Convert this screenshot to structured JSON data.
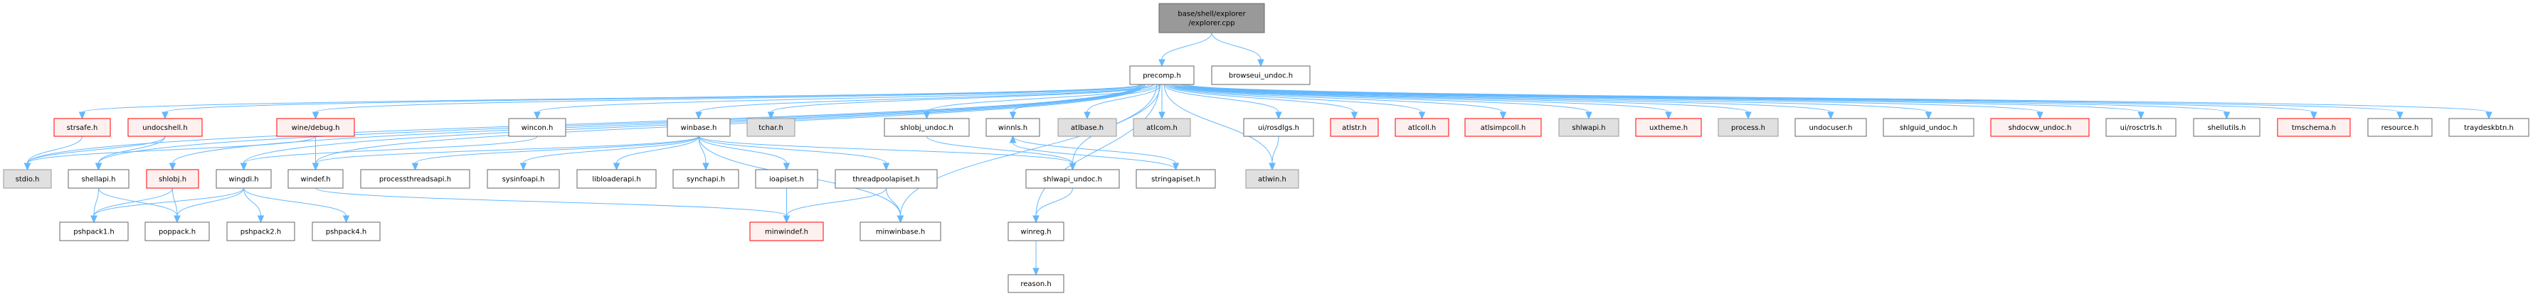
{
  "title": "base/shell/explorer/explorer.cpp include dependency graph",
  "colors": {
    "edge": "#63b8ff",
    "root_fill": "#999999",
    "root_stroke": "#666666",
    "normal_fill": "#ffffff",
    "normal_stroke": "#666666",
    "missing_fill": "#e0e0e0",
    "missing_stroke": "#999999",
    "truncated_fill": "#fff0f0",
    "truncated_stroke": "#ff0000"
  },
  "nodes": [
    {
      "id": "root",
      "label": "base/shell/explorer\n/explorer.cpp",
      "kind": "root"
    },
    {
      "id": "precomp",
      "label": "precomp.h",
      "kind": "normal"
    },
    {
      "id": "browseui_undoc",
      "label": "browseui_undoc.h",
      "kind": "normal"
    },
    {
      "id": "strsafe",
      "label": "strsafe.h",
      "kind": "truncated"
    },
    {
      "id": "undocshell",
      "label": "undocshell.h",
      "kind": "truncated"
    },
    {
      "id": "winedebug",
      "label": "wine/debug.h",
      "kind": "truncated"
    },
    {
      "id": "wincon",
      "label": "wincon.h",
      "kind": "normal"
    },
    {
      "id": "winbase",
      "label": "winbase.h",
      "kind": "normal"
    },
    {
      "id": "tchar",
      "label": "tchar.h",
      "kind": "missing"
    },
    {
      "id": "shlobj_undoc",
      "label": "shlobj_undoc.h",
      "kind": "normal"
    },
    {
      "id": "winnls",
      "label": "winnls.h",
      "kind": "normal"
    },
    {
      "id": "atlbase",
      "label": "atlbase.h",
      "kind": "missing"
    },
    {
      "id": "atlcom",
      "label": "atlcom.h",
      "kind": "missing"
    },
    {
      "id": "rosdlgs",
      "label": "ui/rosdlgs.h",
      "kind": "normal"
    },
    {
      "id": "atlstr",
      "label": "atlstr.h",
      "kind": "truncated"
    },
    {
      "id": "atlcoll",
      "label": "atlcoll.h",
      "kind": "truncated"
    },
    {
      "id": "atlsimpcoll",
      "label": "atlsimpcoll.h",
      "kind": "truncated"
    },
    {
      "id": "shlwapi",
      "label": "shlwapi.h",
      "kind": "missing"
    },
    {
      "id": "uxtheme",
      "label": "uxtheme.h",
      "kind": "truncated"
    },
    {
      "id": "process",
      "label": "process.h",
      "kind": "missing"
    },
    {
      "id": "undocuser",
      "label": "undocuser.h",
      "kind": "normal"
    },
    {
      "id": "shlguid_undoc",
      "label": "shlguid_undoc.h",
      "kind": "normal"
    },
    {
      "id": "shdocvw_undoc",
      "label": "shdocvw_undoc.h",
      "kind": "truncated"
    },
    {
      "id": "rosctrls",
      "label": "ui/rosctrls.h",
      "kind": "normal"
    },
    {
      "id": "shellutils",
      "label": "shellutils.h",
      "kind": "normal"
    },
    {
      "id": "tmschema",
      "label": "tmschema.h",
      "kind": "truncated"
    },
    {
      "id": "resource",
      "label": "resource.h",
      "kind": "normal"
    },
    {
      "id": "traydeskbtn",
      "label": "traydeskbtn.h",
      "kind": "normal"
    },
    {
      "id": "stdio",
      "label": "stdio.h",
      "kind": "missing"
    },
    {
      "id": "shellapi",
      "label": "shellapi.h",
      "kind": "normal"
    },
    {
      "id": "shlobj",
      "label": "shlobj.h",
      "kind": "truncated"
    },
    {
      "id": "wingdi",
      "label": "wingdi.h",
      "kind": "normal"
    },
    {
      "id": "windef",
      "label": "windef.h",
      "kind": "normal"
    },
    {
      "id": "processthreadsapi",
      "label": "processthreadsapi.h",
      "kind": "normal"
    },
    {
      "id": "sysinfoapi",
      "label": "sysinfoapi.h",
      "kind": "normal"
    },
    {
      "id": "libloaderapi",
      "label": "libloaderapi.h",
      "kind": "normal"
    },
    {
      "id": "synchapi",
      "label": "synchapi.h",
      "kind": "normal"
    },
    {
      "id": "ioapiset",
      "label": "ioapiset.h",
      "kind": "normal"
    },
    {
      "id": "threadpoolapiset",
      "label": "threadpoolapiset.h",
      "kind": "normal"
    },
    {
      "id": "shlwapi_undoc",
      "label": "shlwapi_undoc.h",
      "kind": "normal"
    },
    {
      "id": "stringapiset",
      "label": "stringapiset.h",
      "kind": "normal"
    },
    {
      "id": "atlwin",
      "label": "atlwin.h",
      "kind": "missing"
    },
    {
      "id": "pshpack1",
      "label": "pshpack1.h",
      "kind": "normal"
    },
    {
      "id": "poppack",
      "label": "poppack.h",
      "kind": "normal"
    },
    {
      "id": "pshpack2",
      "label": "pshpack2.h",
      "kind": "normal"
    },
    {
      "id": "pshpack4",
      "label": "pshpack4.h",
      "kind": "normal"
    },
    {
      "id": "minwindef",
      "label": "minwindef.h",
      "kind": "truncated"
    },
    {
      "id": "minwinbase",
      "label": "minwinbase.h",
      "kind": "normal"
    },
    {
      "id": "winreg",
      "label": "winreg.h",
      "kind": "normal"
    },
    {
      "id": "reason",
      "label": "reason.h",
      "kind": "normal"
    }
  ],
  "edges": [
    [
      "root",
      "precomp"
    ],
    [
      "root",
      "browseui_undoc"
    ],
    [
      "precomp",
      "strsafe"
    ],
    [
      "precomp",
      "undocshell"
    ],
    [
      "precomp",
      "winedebug"
    ],
    [
      "precomp",
      "wincon"
    ],
    [
      "precomp",
      "winbase"
    ],
    [
      "precomp",
      "tchar"
    ],
    [
      "precomp",
      "shlobj_undoc"
    ],
    [
      "precomp",
      "winnls"
    ],
    [
      "precomp",
      "atlbase"
    ],
    [
      "precomp",
      "atlcom"
    ],
    [
      "precomp",
      "rosdlgs"
    ],
    [
      "precomp",
      "atlwin"
    ],
    [
      "precomp",
      "atlstr"
    ],
    [
      "precomp",
      "atlcoll"
    ],
    [
      "precomp",
      "atlsimpcoll"
    ],
    [
      "precomp",
      "shlwapi"
    ],
    [
      "precomp",
      "uxtheme"
    ],
    [
      "precomp",
      "process"
    ],
    [
      "precomp",
      "undocuser"
    ],
    [
      "precomp",
      "shlguid_undoc"
    ],
    [
      "precomp",
      "shdocvw_undoc"
    ],
    [
      "precomp",
      "rosctrls"
    ],
    [
      "precomp",
      "shellutils"
    ],
    [
      "precomp",
      "tmschema"
    ],
    [
      "precomp",
      "resource"
    ],
    [
      "precomp",
      "traydeskbtn"
    ],
    [
      "precomp",
      "stdio"
    ],
    [
      "precomp",
      "shellapi"
    ],
    [
      "precomp",
      "shlobj"
    ],
    [
      "precomp",
      "wingdi"
    ],
    [
      "precomp",
      "windef"
    ],
    [
      "precomp",
      "winreg"
    ],
    [
      "precomp",
      "minwinbase"
    ],
    [
      "precomp",
      "shlwapi_undoc"
    ],
    [
      "strsafe",
      "stdio"
    ],
    [
      "undocshell",
      "stdio"
    ],
    [
      "undocshell",
      "shellapi"
    ],
    [
      "winedebug",
      "stdio"
    ],
    [
      "winedebug",
      "windef"
    ],
    [
      "wincon",
      "wingdi"
    ],
    [
      "winbase",
      "processthreadsapi"
    ],
    [
      "winbase",
      "sysinfoapi"
    ],
    [
      "winbase",
      "libloaderapi"
    ],
    [
      "winbase",
      "synchapi"
    ],
    [
      "winbase",
      "ioapiset"
    ],
    [
      "winbase",
      "threadpoolapiset"
    ],
    [
      "winbase",
      "minwinbase"
    ],
    [
      "winbase",
      "windef"
    ],
    [
      "winbase",
      "shlwapi_undoc"
    ],
    [
      "shellapi",
      "pshpack1"
    ],
    [
      "shellapi",
      "poppack"
    ],
    [
      "shlobj",
      "pshpack1"
    ],
    [
      "shlobj",
      "poppack"
    ],
    [
      "wingdi",
      "pshpack1"
    ],
    [
      "wingdi",
      "poppack"
    ],
    [
      "wingdi",
      "pshpack2"
    ],
    [
      "wingdi",
      "pshpack4"
    ],
    [
      "windef",
      "minwindef"
    ],
    [
      "ioapiset",
      "minwindef"
    ],
    [
      "threadpoolapiset",
      "minwindef"
    ],
    [
      "threadpoolapiset",
      "minwinbase"
    ],
    [
      "shlobj_undoc",
      "shlwapi_undoc"
    ],
    [
      "winnls",
      "stringapiset"
    ],
    [
      "stringapiset",
      "winnls"
    ],
    [
      "shlwapi_undoc",
      "winreg"
    ],
    [
      "winreg",
      "reason"
    ],
    [
      "rosdlgs",
      "atlwin"
    ]
  ]
}
